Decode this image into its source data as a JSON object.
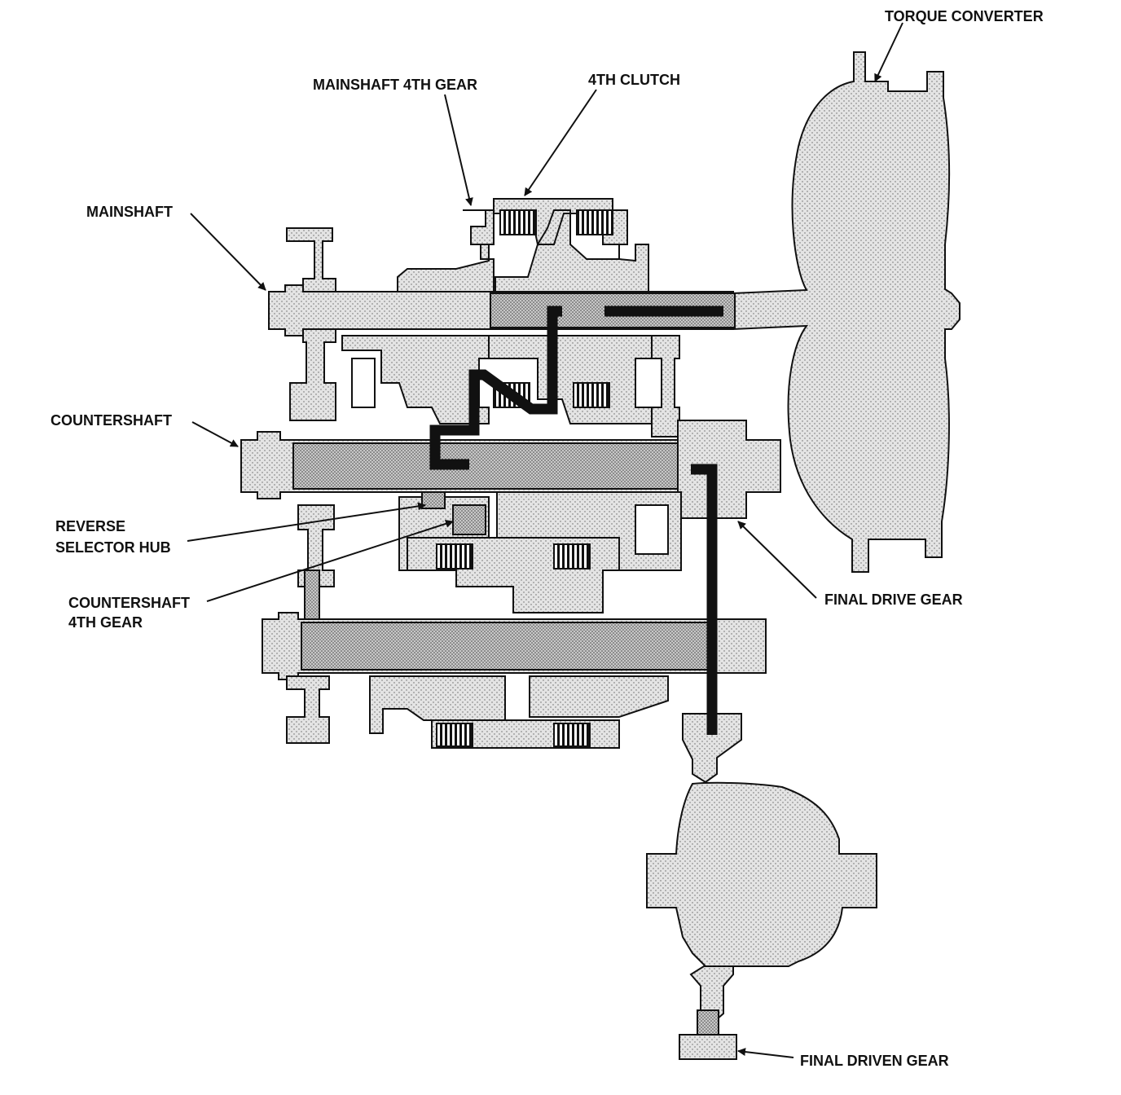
{
  "labels": {
    "torque_converter": "TORQUE CONVERTER",
    "mainshaft_4th_gear": "MAINSHAFT 4TH GEAR",
    "clutch_4th": "4TH CLUTCH",
    "mainshaft": "MAINSHAFT",
    "countershaft": "COUNTERSHAFT",
    "reverse_selector_hub_line1": "REVERSE",
    "reverse_selector_hub_line2": "SELECTOR HUB",
    "countershaft_4th_gear_line1": "COUNTERSHAFT",
    "countershaft_4th_gear_line2": "4TH GEAR",
    "final_drive_gear": "FINAL DRIVE GEAR",
    "final_driven_gear": "FINAL DRIVEN GEAR"
  },
  "colors": {
    "ink": "#111111",
    "stipple_base": "#d9d9d9",
    "background": "#ffffff"
  }
}
